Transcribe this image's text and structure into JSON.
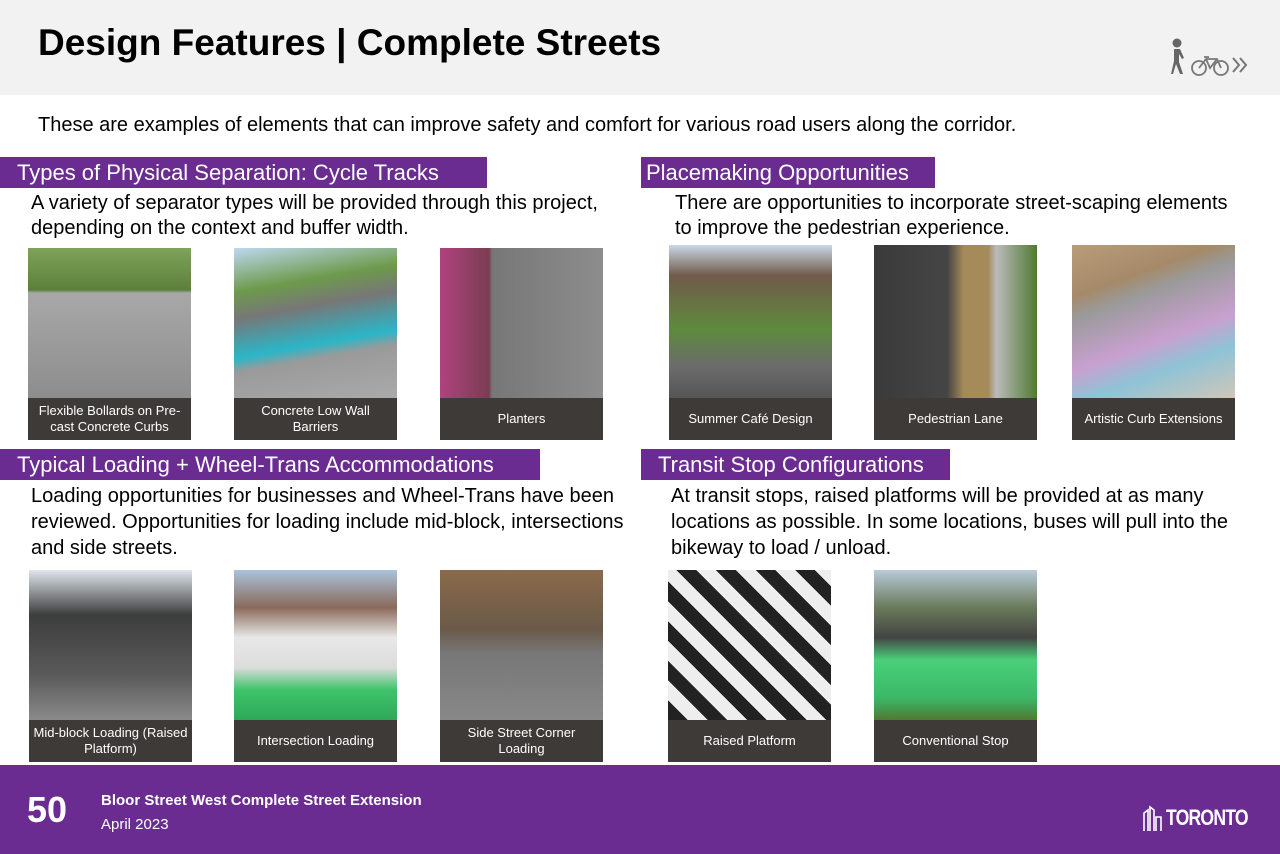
{
  "header": {
    "title": "Design Features | Complete Streets",
    "icons": [
      "pedestrian-icon",
      "bicycle-icon",
      "chevrons-icon"
    ]
  },
  "intro": "These are examples of elements that can improve safety and comfort for various road users along the corridor.",
  "sections": {
    "separation": {
      "title": "Types of Physical Separation: Cycle Tracks",
      "body": "A variety of separator types will be provided through this project, depending on the context and buffer width.",
      "items": [
        "Flexible Bollards on Pre-cast Concrete Curbs",
        "Concrete Low Wall Barriers",
        "Planters"
      ]
    },
    "placemaking": {
      "title": "Placemaking Opportunities",
      "body": "There are opportunities to incorporate street-scaping elements to improve the pedestrian experience.",
      "items": [
        "Summer Café Design",
        "Pedestrian Lane",
        "Artistic Curb Extensions"
      ]
    },
    "loading": {
      "title": "Typical Loading + Wheel-Trans Accommodations",
      "body": "Loading opportunities for businesses and Wheel-Trans have been reviewed. Opportunities for loading include mid-block, intersections and side streets.",
      "items": [
        "Mid-block Loading (Raised Platform)",
        "Intersection Loading",
        "Side Street Corner Loading"
      ]
    },
    "transit": {
      "title": "Transit Stop Configurations",
      "body": "At transit stops, raised platforms will be provided at as many locations as possible. In some locations, buses will pull into the bikeway to load / unload.",
      "items": [
        "Raised Platform",
        "Conventional Stop"
      ]
    }
  },
  "footer": {
    "page": "50",
    "project": "Bloor Street West Complete Street Extension",
    "date": "April 2023",
    "logo": "TORONTO"
  },
  "colors": {
    "accent": "#6a2c91",
    "caption_bg": "#3d3a38",
    "header_bg": "#f2f2f2"
  }
}
